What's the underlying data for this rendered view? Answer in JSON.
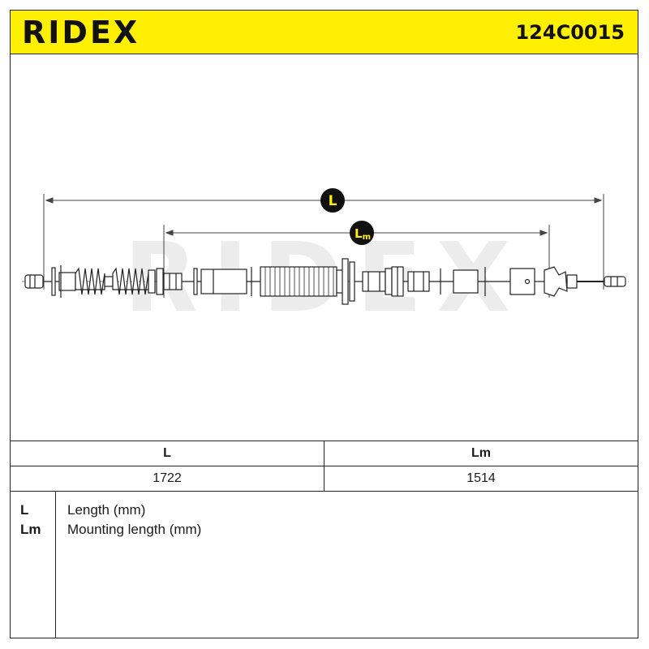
{
  "header": {
    "brand": "RIDEX",
    "part_number": "124C0015"
  },
  "watermark": {
    "text": "RIDEX"
  },
  "diagram": {
    "dimension_L": {
      "label": "L"
    },
    "dimension_Lm": {
      "label_main": "L",
      "label_sub": "m"
    }
  },
  "table": {
    "headers": [
      "L",
      "Lm"
    ],
    "values": [
      "1722",
      "1514"
    ]
  },
  "legend": [
    {
      "symbol": "L",
      "description": "Length (mm)"
    },
    {
      "symbol": "Lm",
      "description": "Mounting length (mm)"
    }
  ],
  "colors": {
    "header_bg": "#ffef00",
    "badge_L": "#111111",
    "badge_Lm": "#111111",
    "badge_Lm_text": "#ffef00",
    "badge_L_text": "#ffef00",
    "watermark": "#ececec"
  }
}
